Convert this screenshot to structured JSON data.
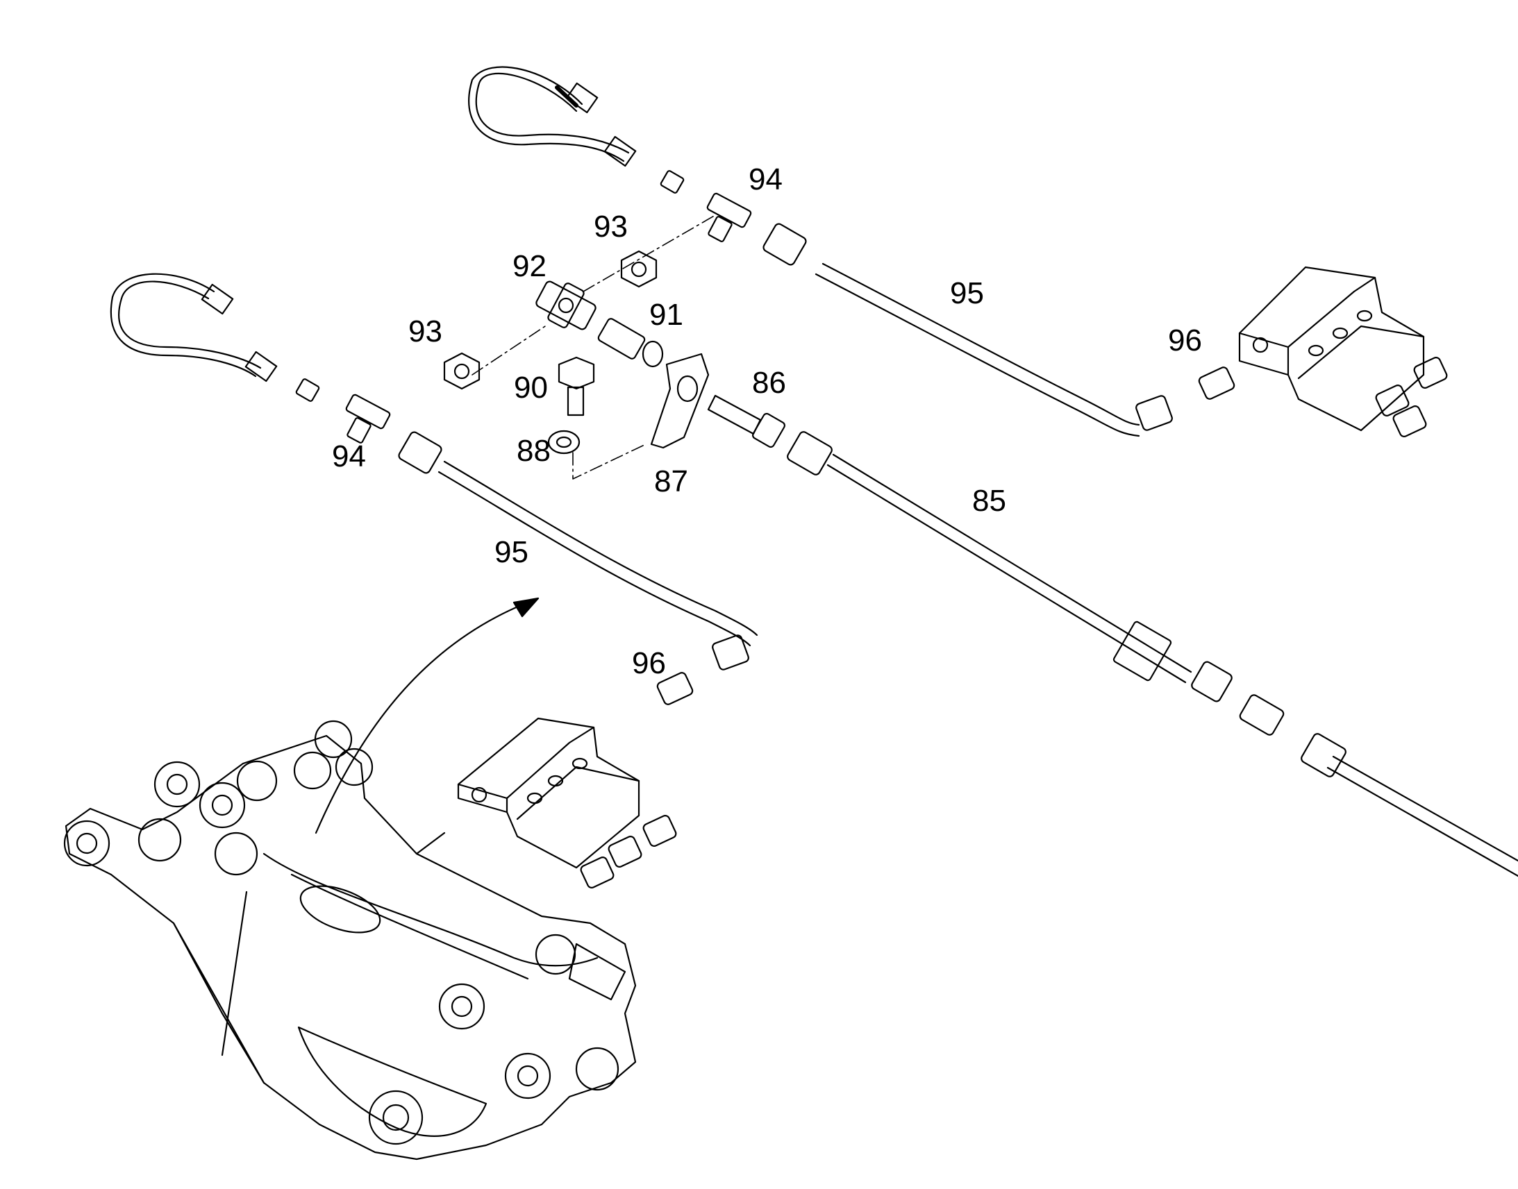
{
  "colors": {
    "ink": "#000000",
    "background": "#ffffff"
  },
  "callouts": {
    "c85": "85",
    "c86": "86",
    "c87": "87",
    "c88": "88",
    "c90": "90",
    "c91": "91",
    "c92": "92",
    "c93a": "93",
    "c93b": "93",
    "c94a": "94",
    "c94b": "94",
    "c95a": "95",
    "c95b": "95",
    "c96a": "96",
    "c96b": "96"
  }
}
